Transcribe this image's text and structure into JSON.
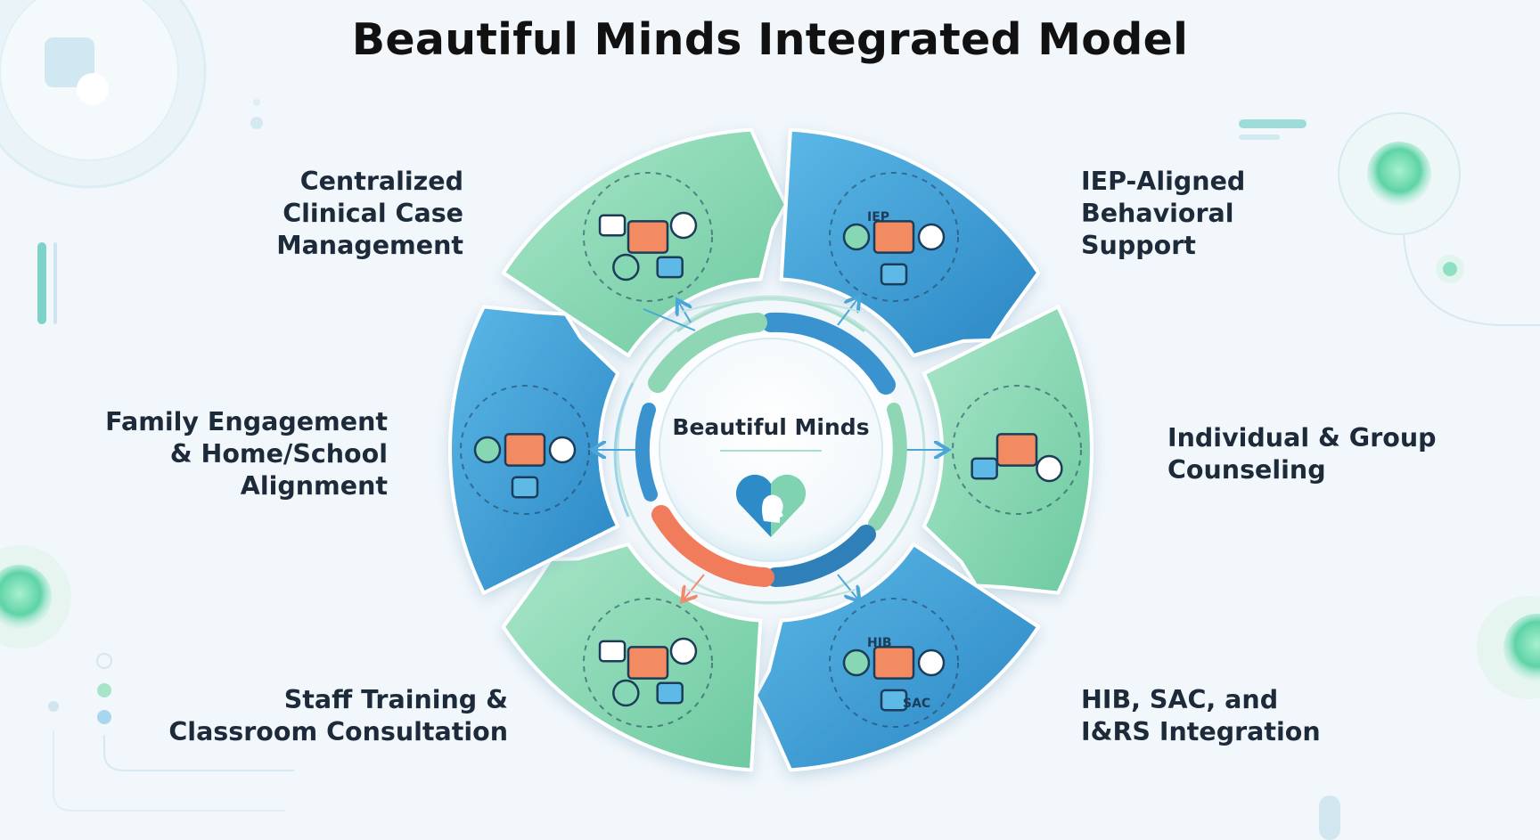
{
  "title": "Beautiful Minds Integrated Model",
  "center": {
    "label": "Beautiful Minds",
    "icon": "heart-head-icon"
  },
  "colors": {
    "green": "#7dd3a8",
    "blue": "#3a9fd8",
    "coral": "#f07c5c",
    "text": "#1c2a3a"
  },
  "segments": [
    {
      "id": "case-management",
      "lines": [
        "Centralized",
        "Clinical Case",
        "Management"
      ],
      "color": "green",
      "icons": [
        "gear-icon",
        "folder-icon",
        "network-icon",
        "org-chart-icon",
        "arrow-cycle-icon"
      ]
    },
    {
      "id": "iep-support",
      "lines": [
        "IEP-Aligned",
        "Behavioral",
        "Support"
      ],
      "color": "blue",
      "icons": [
        "iep-document-icon",
        "target-icon",
        "hand-icon",
        "group-icon"
      ],
      "icon_text": "IEP"
    },
    {
      "id": "counseling",
      "lines": [
        "Individual & Group",
        "Counseling"
      ],
      "color": "green",
      "icons": [
        "chat-bubbles-icon",
        "counselor-icon",
        "students-icon"
      ]
    },
    {
      "id": "hib-integration",
      "lines": [
        "HIB, SAC, and",
        "I&RS Integration"
      ],
      "color": "blue",
      "icons": [
        "shield-icon",
        "graduation-cap-icon",
        "gavel-icon",
        "gear-icon"
      ],
      "icon_texts": [
        "HIB",
        "SAC"
      ]
    },
    {
      "id": "staff-training",
      "lines": [
        "Staff Training &",
        "Classroom Consultation"
      ],
      "color": "green",
      "icons": [
        "teacher-icon",
        "chalkboard-icon",
        "book-icon",
        "students-icon",
        "laptop-icon"
      ]
    },
    {
      "id": "family-engagement",
      "lines": [
        "Family Engagement",
        "& Home/School",
        "Alignment"
      ],
      "color": "blue",
      "icons": [
        "family-icon",
        "house-icon",
        "school-icon",
        "arrow-icon"
      ]
    }
  ]
}
